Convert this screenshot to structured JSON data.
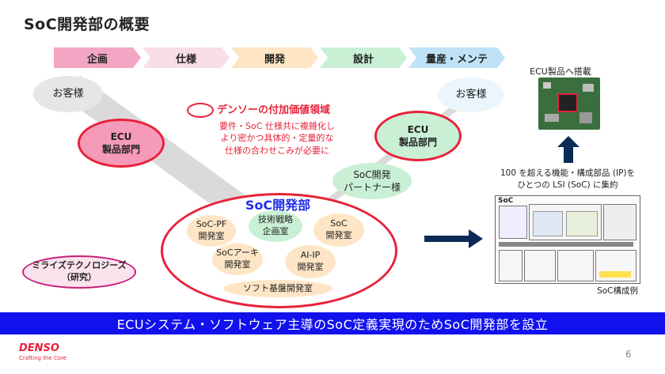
{
  "page": {
    "title": "SoC開発部の概要",
    "page_number": "6"
  },
  "phases": [
    "企画",
    "仕様",
    "開発",
    "設計",
    "量産・メンテ"
  ],
  "colors": {
    "phase1": "#f3a6c4",
    "phase2": "#f9dde8",
    "phase3": "#fde5c6",
    "phase4": "#c9f0d4",
    "phase5": "#bfe2f7",
    "ecu_fill": "#f59ab8",
    "ecu_border": "#e8223a",
    "accent_red": "#e8223a",
    "banner": "#1111ee"
  },
  "left": {
    "customer": "お客様",
    "ecu": "ECU\n製品部門"
  },
  "right": {
    "customer": "お客様",
    "ecu": "ECU\n製品部門",
    "partner": "SoC開発\nパートナー様"
  },
  "legend": {
    "title": "デンソーの付加価値領域",
    "body": "要件・SoC 仕様共に複雑化し\nより密かつ具体的・定量的な\n仕様の合わせこみが必要に"
  },
  "soc_dept": {
    "title": "SoC開発部",
    "units": [
      "SoC-PF\n開発室",
      "技術戦略\n企画室",
      "SoC\n開発室",
      "SoCアーキ\n開発室",
      "AI-IP\n開発室",
      "ソフト基盤開発室"
    ]
  },
  "mirise": "ミライズテクノロジーズ\n（研究）",
  "ecu_product": {
    "caption": "ECU製品へ搭載"
  },
  "parts_text": "100 を超える機能・構成部品 (IP)を\nひとつの LSI (SoC) に集約",
  "soc_example": {
    "header": "SoC",
    "caption": "SoC構成例"
  },
  "banner": "ECUシステム・ソフトウェア主導のSoC定義実現のためSoC開発部を設立",
  "footer": {
    "logo": "DENSO",
    "tagline": "Crafting the Core"
  }
}
